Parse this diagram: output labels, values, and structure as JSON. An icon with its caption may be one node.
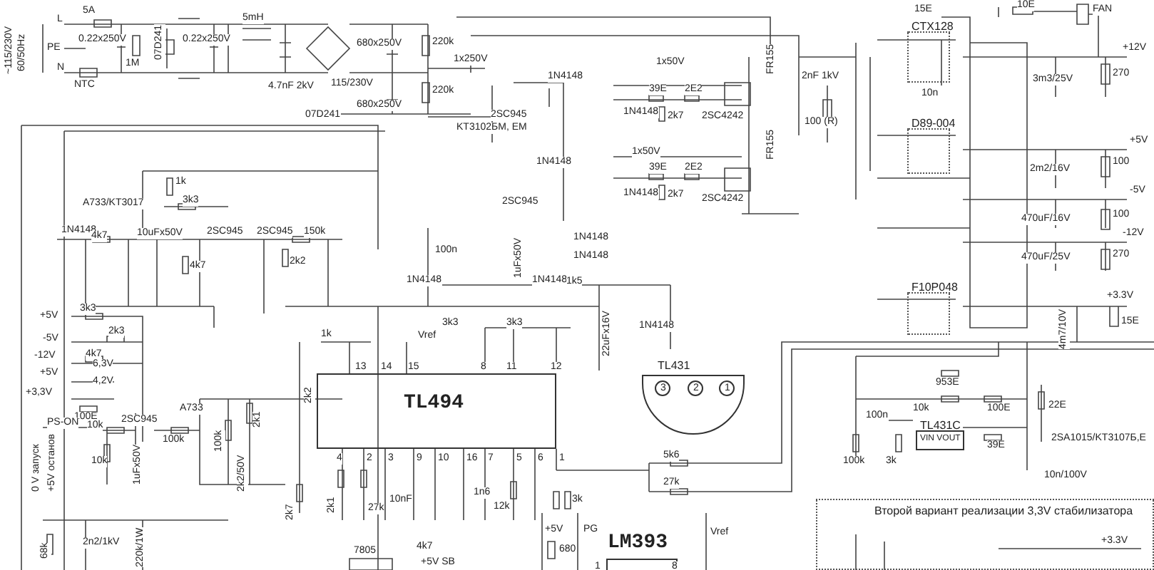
{
  "diagram": {
    "nodes": [
      {
        "text": [
          "TL494"
        ]
      },
      {
        "text": [
          "TL431"
        ]
      },
      {
        "text": [
          "3"
        ],
        "in": 1
      },
      {
        "text": [
          "2"
        ],
        "in": 1
      },
      {
        "text": [
          "1"
        ],
        "in": 1
      },
      {
        "text": [
          "CTX128"
        ]
      },
      {
        "text": [
          "D89-004"
        ]
      },
      {
        "text": [
          "F10P048"
        ]
      },
      {
        "text": [
          "TL431C",
          "VIN VOUT"
        ]
      },
      {
        "text": [
          "LM393"
        ]
      },
      {
        "text": [
          "Второй вариант реализации 3,3V стабилизатора"
        ]
      }
    ],
    "labels": [
      "~115/230V",
      "60/50Hz",
      "L",
      "PE",
      "N",
      "5A",
      "0.22x250V",
      "1M",
      "07D241",
      "0.22x250V",
      "NTC",
      "5mH",
      "4.7nF 2kV",
      "115/230V",
      "07D241",
      "680x250V",
      "680x250V",
      "220k",
      "220k",
      "1x250V",
      "2SC945",
      "KT3102БМ, ЕМ",
      "1N4148",
      "1x50V",
      "1N4148",
      "39E",
      "2E2",
      "2k7",
      "2SC4242",
      "FR155",
      "1x50V",
      "1N4148",
      "1N4148",
      "39E",
      "2E2",
      "2k7",
      "2SC4242",
      "FR155",
      "2SC945",
      "1N4148",
      "1N4148",
      "1uFx50V",
      "100n",
      "2nF 1kV",
      "100 (R)",
      "15E",
      "10n",
      "10E",
      "FAN",
      "+12V",
      "3m3/25V",
      "270",
      "+5V",
      "2m2/16V",
      "100",
      "-5V",
      "470uF/16V",
      "100",
      "-12V",
      "470uF/25V",
      "270",
      "1k",
      "A733/KT3017",
      "3k3",
      "1N4148",
      "4k7",
      "10uFx50V",
      "2SC945",
      "2SC945",
      "150k",
      "4k7",
      "2k2",
      "1N4148",
      "1N4148",
      "1k5",
      "22uFx16V",
      "1N4148",
      "+5V",
      "3k3",
      "-5V",
      "2k3",
      "-12V",
      "4k7",
      "+5V",
      "6,3V",
      "+3,3V",
      "4,2V",
      "100E",
      "PS-ON",
      "10k",
      "2SC945",
      "100k",
      "A733",
      "0 V запуск",
      "+5V останов",
      "10k",
      "1uFx50V",
      "100k",
      "2k2/50V",
      "2k1",
      "2k2",
      "1k",
      "13",
      "14",
      "15",
      "Vref",
      "3k3",
      "3k3",
      "8",
      "11",
      "12",
      "4",
      "2",
      "3",
      "9",
      "10",
      "16",
      "7",
      "5",
      "6",
      "1",
      "2k7",
      "2k1",
      "27k",
      "10nF",
      "1n6",
      "12k",
      "3k",
      "5k6",
      "27k",
      "+5V",
      "PG",
      "680",
      "1",
      "8",
      "Vref",
      "4k7",
      "+5V SB",
      "7805",
      "2n2/1kV",
      "68k",
      "220k/1W",
      "+3.3V",
      "4m7/10V",
      "15E",
      "953E",
      "10k",
      "100E",
      "100n",
      "22E",
      "39E",
      "2SA1015/KT3107Б,Е",
      "100k",
      "3k",
      "10n/100V",
      "+3.3V"
    ]
  }
}
